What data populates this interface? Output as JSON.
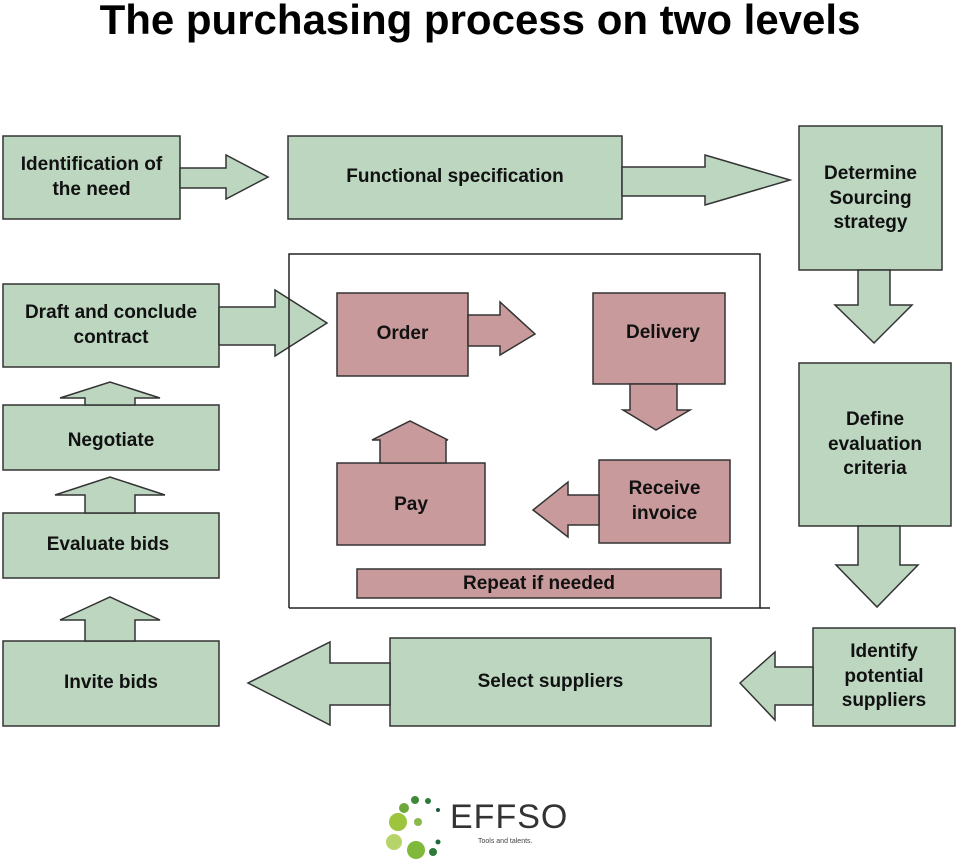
{
  "title": "The purchasing process on two levels",
  "outer_steps": [
    {
      "label": "Identification of\nthe need"
    },
    {
      "label": "Functional specification"
    },
    {
      "label": "Determine\nSourcing\nstrategy"
    },
    {
      "label": "Define\nevaluation\ncriteria"
    },
    {
      "label": "Identify\npotential\nsuppliers"
    },
    {
      "label": "Select suppliers"
    },
    {
      "label": "Invite bids"
    },
    {
      "label": "Evaluate bids"
    },
    {
      "label": "Negotiate"
    },
    {
      "label": "Draft and conclude\ncontract"
    }
  ],
  "inner_steps": [
    {
      "label": "Order"
    },
    {
      "label": "Delivery"
    },
    {
      "label": "Receive\ninvoice"
    },
    {
      "label": "Pay"
    }
  ],
  "repeat_label": "Repeat if needed",
  "logo": {
    "name": "EFFSO",
    "tagline": "Tools and talents."
  },
  "colors": {
    "outer": "#bcd6c0",
    "inner": "#c99a9b"
  }
}
